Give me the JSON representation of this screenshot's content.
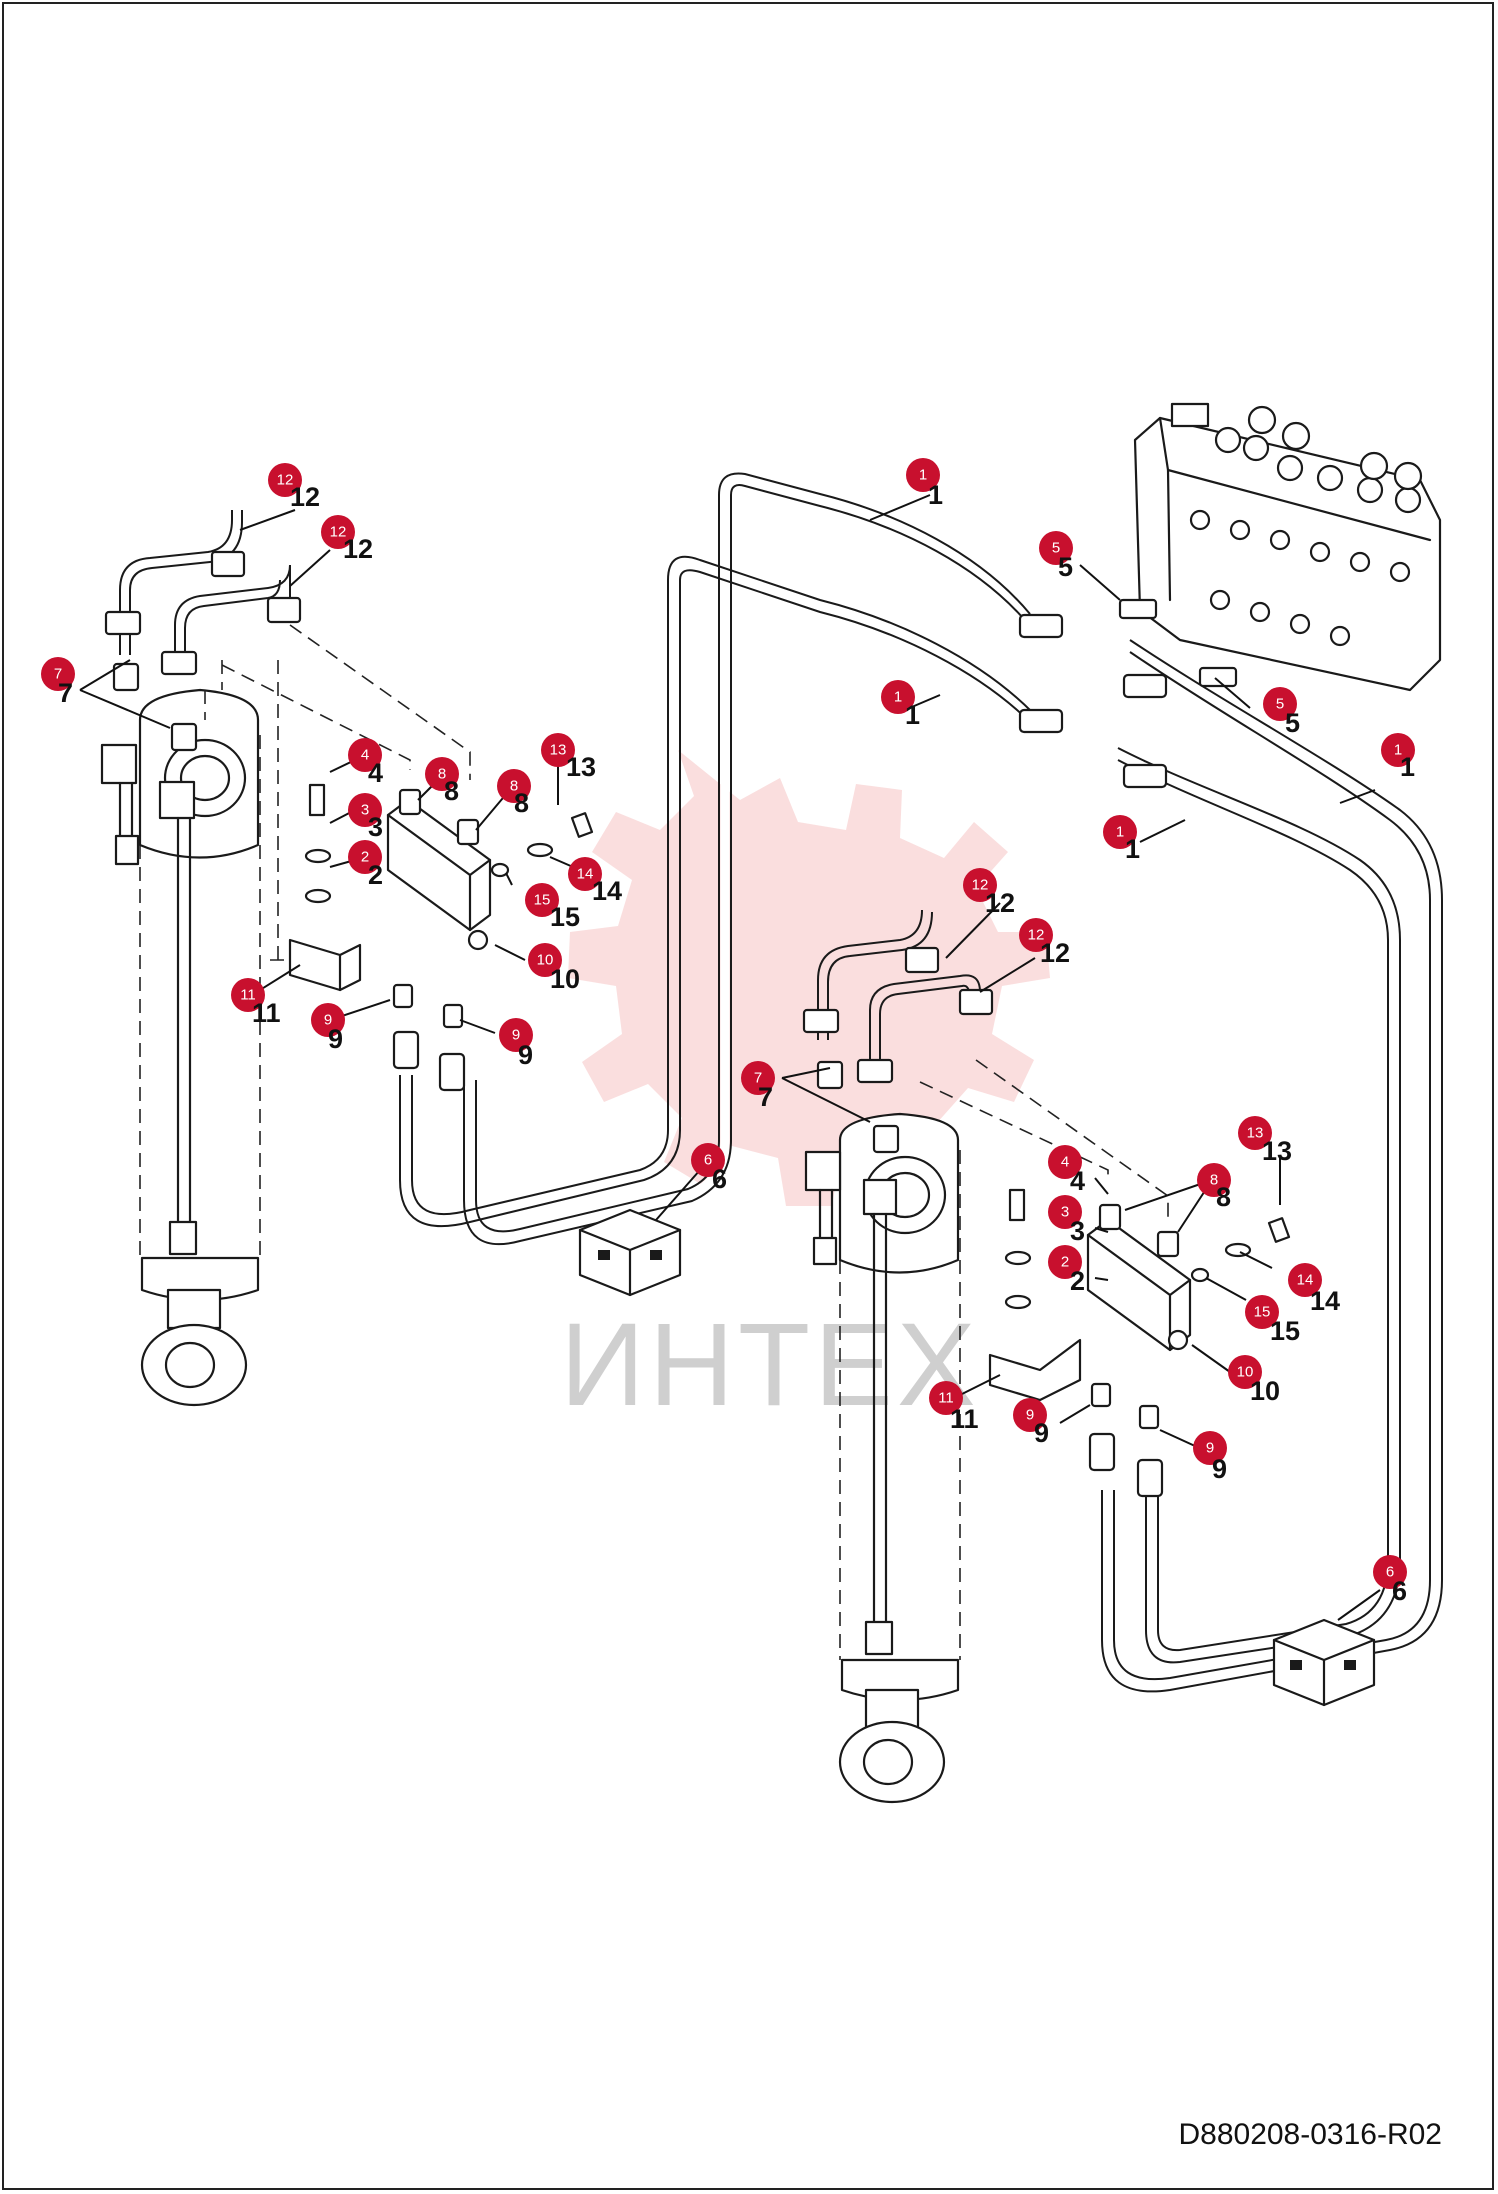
{
  "document": {
    "code": "D880208-0316-R02",
    "watermark_text": "ИНТЕХ",
    "accent_color": "#c8102e"
  },
  "callouts": [
    {
      "id": "cyl1-12a",
      "label": "12"
    },
    {
      "id": "cyl1-12b",
      "label": "12"
    },
    {
      "id": "cyl1-7",
      "label": "7"
    },
    {
      "id": "blk1-4",
      "label": "4"
    },
    {
      "id": "blk1-3",
      "label": "3"
    },
    {
      "id": "blk1-2",
      "label": "2"
    },
    {
      "id": "blk1-8a",
      "label": "8"
    },
    {
      "id": "blk1-8b",
      "label": "8"
    },
    {
      "id": "blk1-13",
      "label": "13"
    },
    {
      "id": "blk1-14",
      "label": "14"
    },
    {
      "id": "blk1-15",
      "label": "15"
    },
    {
      "id": "blk1-10",
      "label": "10"
    },
    {
      "id": "blk1-11",
      "label": "11"
    },
    {
      "id": "blk1-9a",
      "label": "9"
    },
    {
      "id": "blk1-9b",
      "label": "9"
    },
    {
      "id": "box1-6",
      "label": "6"
    },
    {
      "id": "hose-1a",
      "label": "1"
    },
    {
      "id": "hose-1b",
      "label": "1"
    },
    {
      "id": "hose-1c",
      "label": "1"
    },
    {
      "id": "hose-1d",
      "label": "1"
    },
    {
      "id": "valve-5a",
      "label": "5"
    },
    {
      "id": "valve-5b",
      "label": "5"
    },
    {
      "id": "cyl2-12a",
      "label": "12"
    },
    {
      "id": "cyl2-12b",
      "label": "12"
    },
    {
      "id": "cyl2-7",
      "label": "7"
    },
    {
      "id": "blk2-4",
      "label": "4"
    },
    {
      "id": "blk2-3",
      "label": "3"
    },
    {
      "id": "blk2-2",
      "label": "2"
    },
    {
      "id": "blk2-8",
      "label": "8"
    },
    {
      "id": "blk2-13",
      "label": "13"
    },
    {
      "id": "blk2-14",
      "label": "14"
    },
    {
      "id": "blk2-15",
      "label": "15"
    },
    {
      "id": "blk2-10",
      "label": "10"
    },
    {
      "id": "blk2-11",
      "label": "11"
    },
    {
      "id": "blk2-9a",
      "label": "9"
    },
    {
      "id": "blk2-9b",
      "label": "9"
    },
    {
      "id": "box2-6",
      "label": "6"
    }
  ]
}
